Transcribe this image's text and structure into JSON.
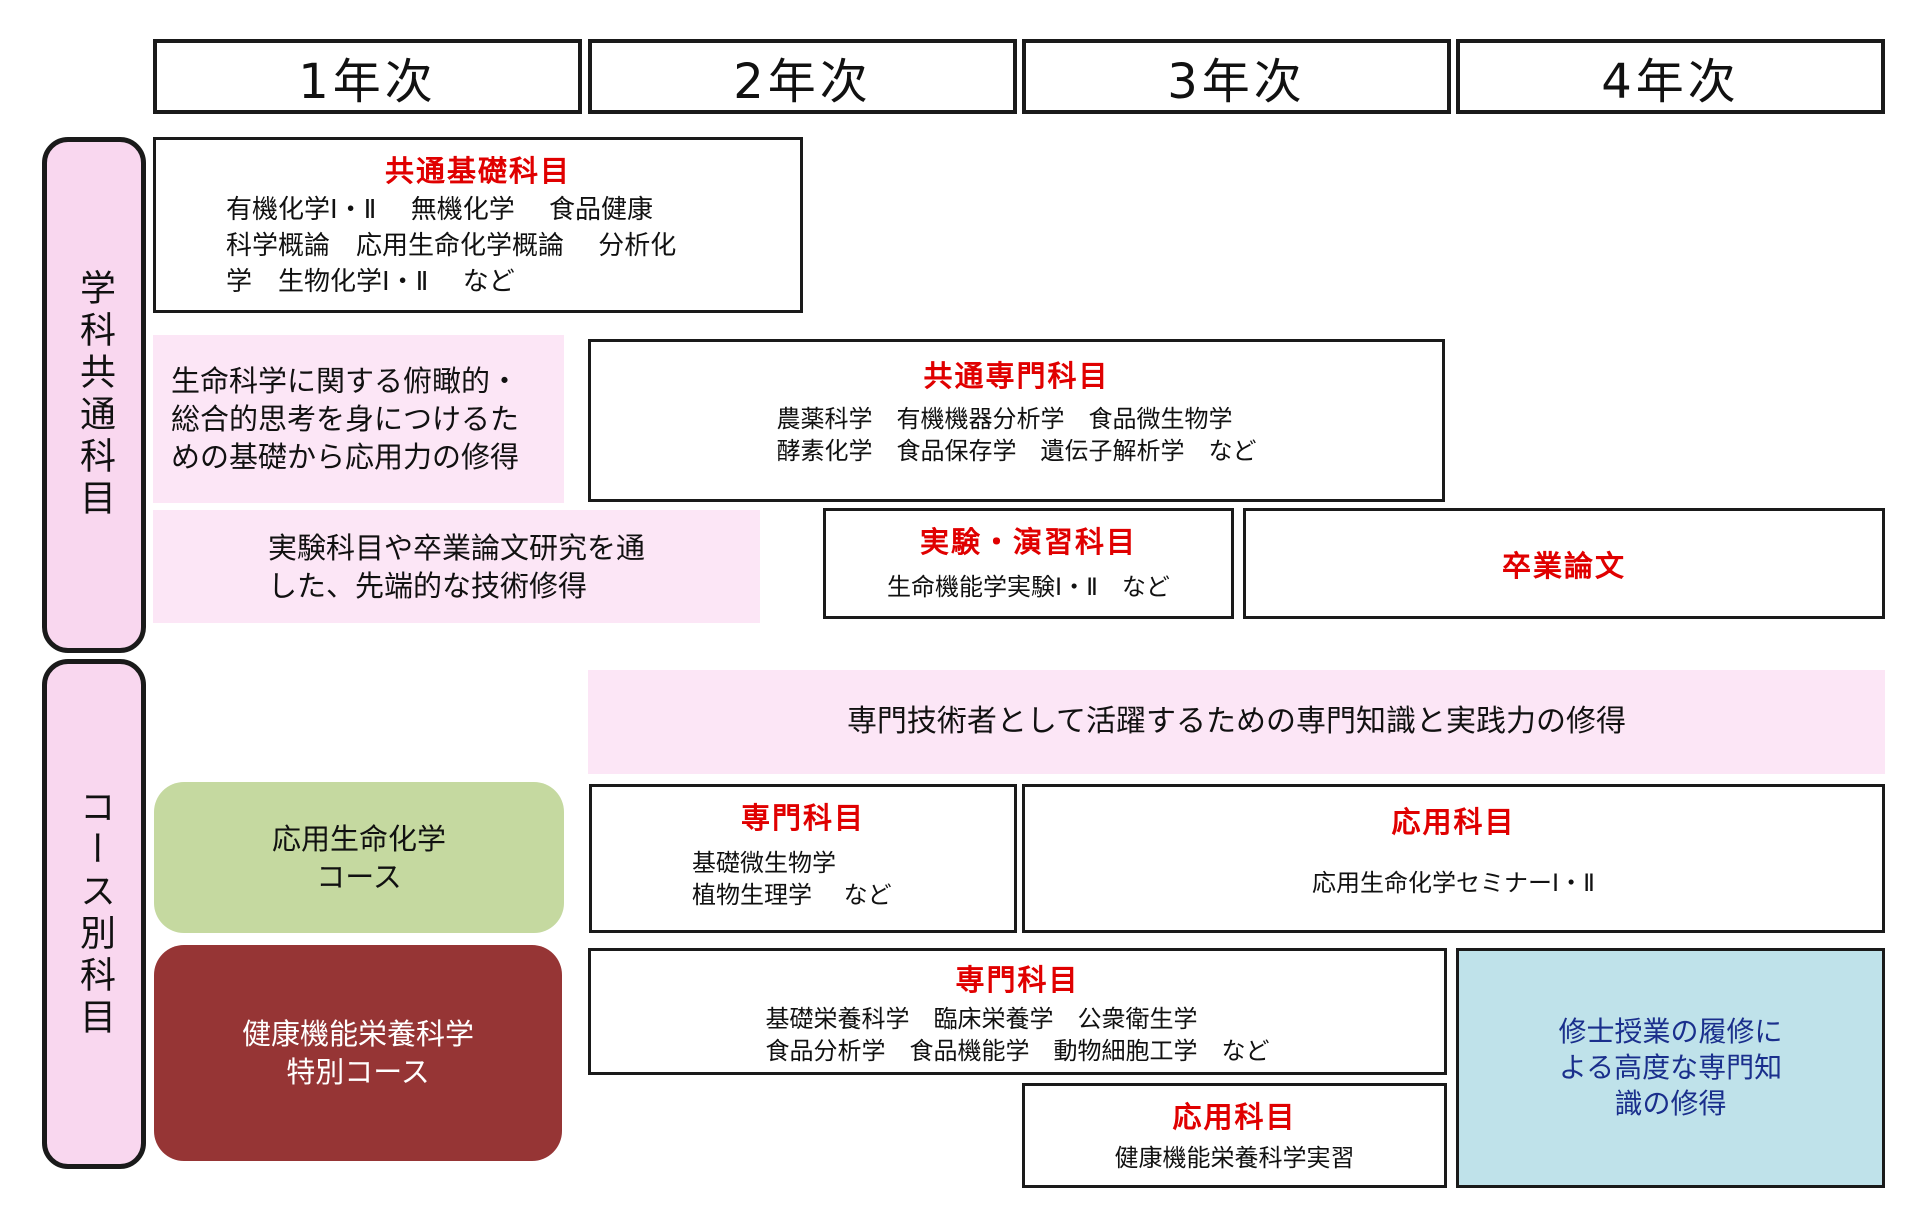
{
  "years": [
    "1年次",
    "2年次",
    "3年次",
    "4年次"
  ],
  "side_labels": {
    "common": "学科共通科目",
    "course": "コース別科目"
  },
  "common_basic": {
    "title": "共通基礎科目",
    "lines": [
      "有機化学Ⅰ・Ⅱ　 無機化学　 食品健康",
      "科学概論　応用生命化学概論　 分析化",
      "学　生物化学Ⅰ・Ⅱ　 など"
    ]
  },
  "common_desc_1": {
    "lines": [
      "生命科学に関する俯瞰的・",
      "総合的思考を身につけるた",
      "めの基礎から応用力の修得"
    ]
  },
  "common_specialized": {
    "title": "共通専門科目",
    "lines": [
      "農薬科学　有機機器分析学　食品微生物学",
      "酵素化学　食品保存学　遺伝子解析学　など"
    ]
  },
  "common_desc_2": {
    "lines": [
      "実験科目や卒業論文研究を通",
      "した、先端的な技術修得"
    ]
  },
  "experiments": {
    "title": "実験・演習科目",
    "lines": [
      "生命機能学実験Ⅰ・Ⅱ　など"
    ]
  },
  "thesis": {
    "title": "卒業論文"
  },
  "course_desc": {
    "text": "専門技術者として活躍するための専門知識と実践力の修得"
  },
  "course_applied_bio": {
    "label_lines": [
      "応用生命化学",
      "コース"
    ],
    "specialized": {
      "title": "専門科目",
      "lines": [
        "基礎微生物学",
        "植物生理学　 など"
      ]
    },
    "applied": {
      "title": "応用科目",
      "lines": [
        "応用生命化学セミナーⅠ・Ⅱ"
      ]
    }
  },
  "course_health": {
    "label_lines": [
      "健康機能栄養科学",
      "特別コース"
    ],
    "specialized": {
      "title": "専門科目",
      "lines": [
        "基礎栄養科学　臨床栄養学　公衆衛生学",
        "食品分析学　食品機能学　動物細胞工学　など"
      ]
    },
    "applied": {
      "title": "応用科目",
      "lines": [
        "健康機能栄養科学実習"
      ]
    },
    "masters": {
      "lines": [
        "修士授業の履修に",
        "よる高度な専門知",
        "識の修得"
      ]
    }
  },
  "colors": {
    "accent_red": "#e00000",
    "pink_side": "#f9d7ef",
    "pink_light": "#fce6f6",
    "green_course": "#c5d9a0",
    "maroon_course": "#963535",
    "blue_masters": "#bfe2ea",
    "masters_text": "#1a2f8c"
  }
}
